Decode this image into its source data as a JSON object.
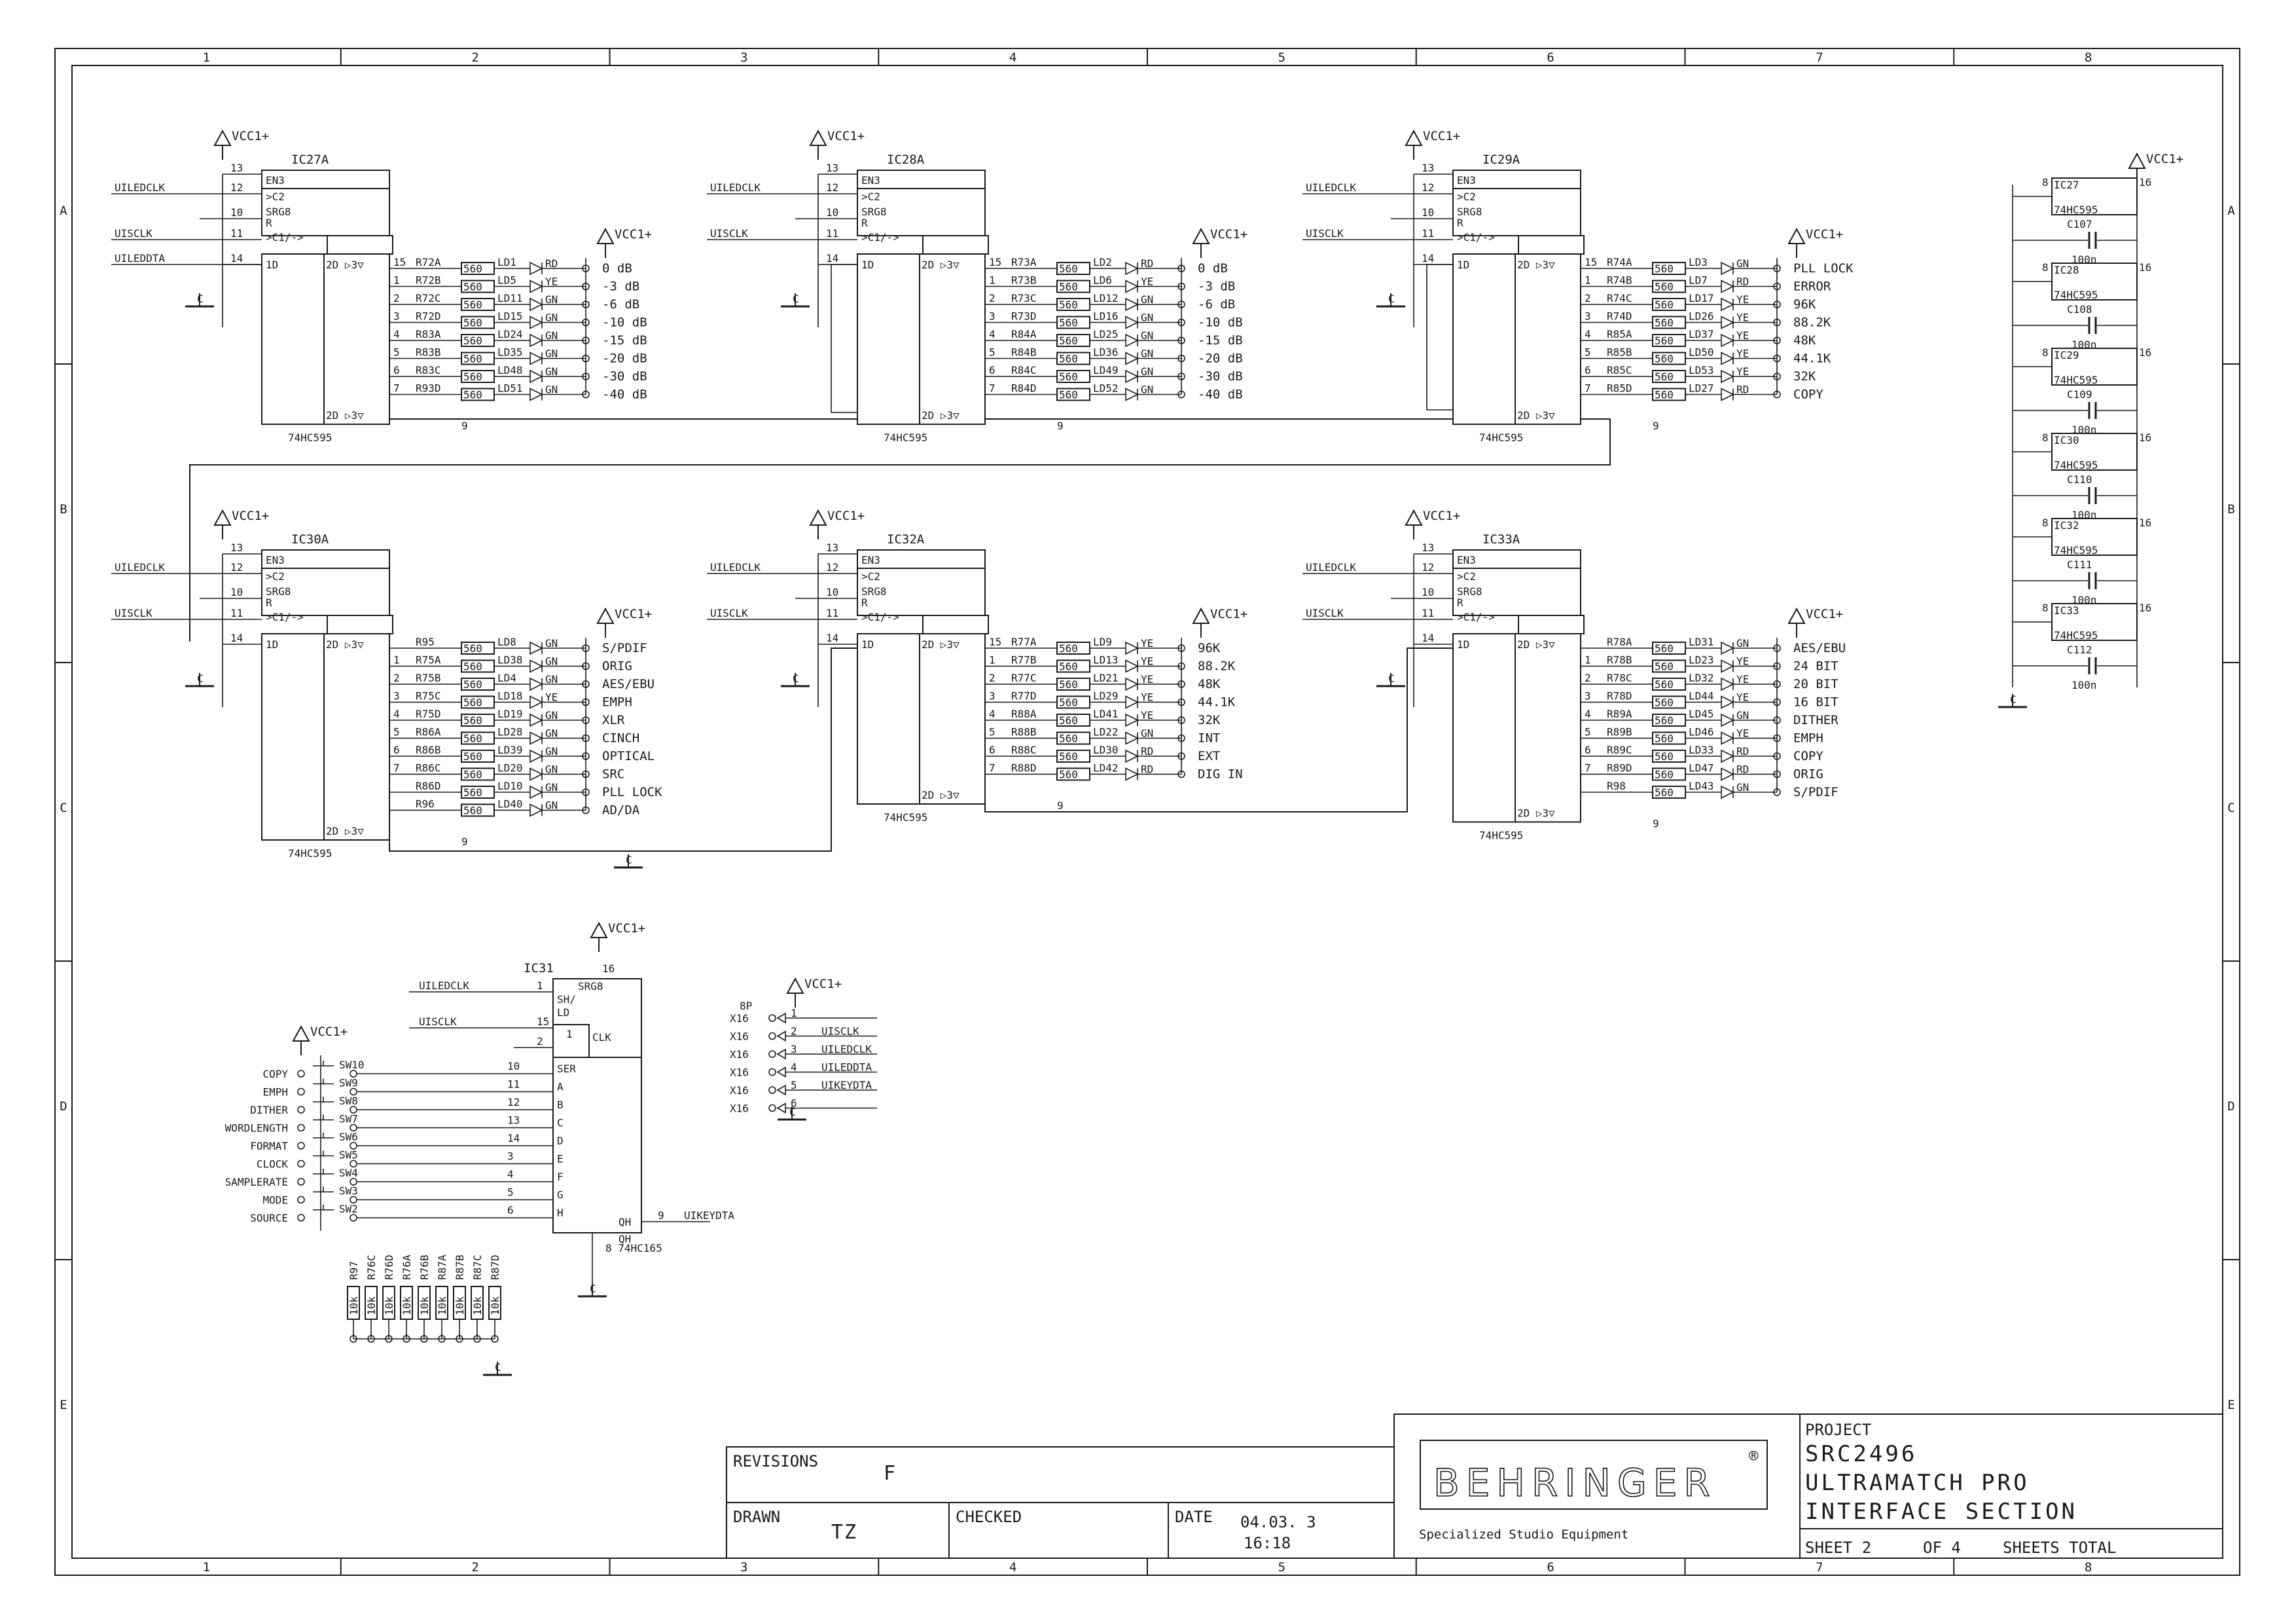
{
  "grid": {
    "columns": [
      "1",
      "2",
      "3",
      "4",
      "5",
      "6",
      "7",
      "8"
    ],
    "rows": [
      "A",
      "B",
      "C",
      "D",
      "E"
    ]
  },
  "labels": {
    "vcc": "VCC1+",
    "gnd": "C",
    "sig_leddata": "UILEDDTA",
    "sig_ledclk": "UILEDCLK",
    "sig_sclk": "UISCLK",
    "sig_keydata": "UIKEYDTA",
    "pin_en3": "EN3",
    "pin_c2": ">C2",
    "pin_srg": "SRG8",
    "pin_r": "R",
    "pin_c1": ">C1/->",
    "pin_1d": "1D",
    "pin_2d": "2D ▷3▽",
    "resistor_value": "560",
    "pull_value": "10k"
  },
  "shift_registers": [
    {
      "ref": "IC27A",
      "part": "74HC595",
      "has_ser": true,
      "rows": [
        {
          "r": "R72A",
          "ld": "LD1",
          "c": "RD",
          "lab": "0 dB"
        },
        {
          "r": "R72B",
          "ld": "LD5",
          "c": "YE",
          "lab": "-3 dB"
        },
        {
          "r": "R72C",
          "ld": "LD11",
          "c": "GN",
          "lab": "-6 dB"
        },
        {
          "r": "R72D",
          "ld": "LD15",
          "c": "GN",
          "lab": "-10 dB"
        },
        {
          "r": "R83A",
          "ld": "LD24",
          "c": "GN",
          "lab": "-15 dB"
        },
        {
          "r": "R83B",
          "ld": "LD35",
          "c": "GN",
          "lab": "-20 dB"
        },
        {
          "r": "R83C",
          "ld": "LD48",
          "c": "GN",
          "lab": "-30 dB"
        },
        {
          "r": "R93D",
          "ld": "LD51",
          "c": "GN",
          "lab": "-40 dB"
        }
      ]
    },
    {
      "ref": "IC28A",
      "part": "74HC595",
      "has_ser": false,
      "rows": [
        {
          "r": "R73A",
          "ld": "LD2",
          "c": "RD",
          "lab": "0 dB"
        },
        {
          "r": "R73B",
          "ld": "LD6",
          "c": "YE",
          "lab": "-3 dB"
        },
        {
          "r": "R73C",
          "ld": "LD12",
          "c": "GN",
          "lab": "-6 dB"
        },
        {
          "r": "R73D",
          "ld": "LD16",
          "c": "GN",
          "lab": "-10 dB"
        },
        {
          "r": "R84A",
          "ld": "LD25",
          "c": "GN",
          "lab": "-15 dB"
        },
        {
          "r": "R84B",
          "ld": "LD36",
          "c": "GN",
          "lab": "-20 dB"
        },
        {
          "r": "R84C",
          "ld": "LD49",
          "c": "GN",
          "lab": "-30 dB"
        },
        {
          "r": "R84D",
          "ld": "LD52",
          "c": "GN",
          "lab": "-40 dB"
        }
      ]
    },
    {
      "ref": "IC29A",
      "part": "74HC595",
      "has_ser": false,
      "rows": [
        {
          "r": "R74A",
          "ld": "LD3",
          "c": "GN",
          "lab": "PLL LOCK"
        },
        {
          "r": "R74B",
          "ld": "LD7",
          "c": "RD",
          "lab": "ERROR"
        },
        {
          "r": "R74C",
          "ld": "LD17",
          "c": "YE",
          "lab": "96K"
        },
        {
          "r": "R74D",
          "ld": "LD26",
          "c": "YE",
          "lab": "88.2K"
        },
        {
          "r": "R85A",
          "ld": "LD37",
          "c": "YE",
          "lab": "48K"
        },
        {
          "r": "R85B",
          "ld": "LD50",
          "c": "YE",
          "lab": "44.1K"
        },
        {
          "r": "R85C",
          "ld": "LD53",
          "c": "YE",
          "lab": "32K"
        },
        {
          "r": "R85D",
          "ld": "LD27",
          "c": "RD",
          "lab": "COPY"
        }
      ]
    },
    {
      "ref": "IC30A",
      "part": "74HC595",
      "has_ser": false,
      "rows": [
        {
          "r": "R95",
          "ld": "LD8",
          "c": "GN",
          "lab": "S/PDIF"
        },
        {
          "r": "R75A",
          "ld": "LD38",
          "c": "GN",
          "lab": "ORIG"
        },
        {
          "r": "R75B",
          "ld": "LD4",
          "c": "GN",
          "lab": "AES/EBU"
        },
        {
          "r": "R75C",
          "ld": "LD18",
          "c": "YE",
          "lab": "EMPH"
        },
        {
          "r": "R75D",
          "ld": "LD19",
          "c": "GN",
          "lab": "XLR"
        },
        {
          "r": "R86A",
          "ld": "LD28",
          "c": "GN",
          "lab": "CINCH"
        },
        {
          "r": "R86B",
          "ld": "LD39",
          "c": "GN",
          "lab": "OPTICAL"
        },
        {
          "r": "R86C",
          "ld": "LD20",
          "c": "GN",
          "lab": "SRC"
        },
        {
          "r": "R86D",
          "ld": "LD10",
          "c": "GN",
          "lab": "PLL LOCK"
        },
        {
          "r": "R96",
          "ld": "LD40",
          "c": "GN",
          "lab": "AD/DA"
        }
      ]
    },
    {
      "ref": "IC32A",
      "part": "74HC595",
      "has_ser": false,
      "rows": [
        {
          "r": "R77A",
          "ld": "LD9",
          "c": "YE",
          "lab": "96K"
        },
        {
          "r": "R77B",
          "ld": "LD13",
          "c": "YE",
          "lab": "88.2K"
        },
        {
          "r": "R77C",
          "ld": "LD21",
          "c": "YE",
          "lab": "48K"
        },
        {
          "r": "R77D",
          "ld": "LD29",
          "c": "YE",
          "lab": "44.1K"
        },
        {
          "r": "R88A",
          "ld": "LD41",
          "c": "YE",
          "lab": "32K"
        },
        {
          "r": "R88B",
          "ld": "LD22",
          "c": "GN",
          "lab": "INT"
        },
        {
          "r": "R88C",
          "ld": "LD30",
          "c": "RD",
          "lab": "EXT"
        },
        {
          "r": "R88D",
          "ld": "LD42",
          "c": "RD",
          "lab": "DIG IN"
        }
      ]
    },
    {
      "ref": "IC33A",
      "part": "74HC595",
      "has_ser": false,
      "rows": [
        {
          "r": "R78A",
          "ld": "LD31",
          "c": "GN",
          "lab": "AES/EBU"
        },
        {
          "r": "R78B",
          "ld": "LD23",
          "c": "YE",
          "lab": "24 BIT"
        },
        {
          "r": "R78C",
          "ld": "LD32",
          "c": "YE",
          "lab": "20 BIT"
        },
        {
          "r": "R78D",
          "ld": "LD44",
          "c": "YE",
          "lab": "16 BIT"
        },
        {
          "r": "R89A",
          "ld": "LD45",
          "c": "GN",
          "lab": "DITHER"
        },
        {
          "r": "R89B",
          "ld": "LD46",
          "c": "YE",
          "lab": "EMPH"
        },
        {
          "r": "R89C",
          "ld": "LD33",
          "c": "RD",
          "lab": "COPY"
        },
        {
          "r": "R89D",
          "ld": "LD47",
          "c": "RD",
          "lab": "ORIG"
        },
        {
          "r": "R98",
          "ld": "LD43",
          "c": "GN",
          "lab": "S/PDIF"
        }
      ]
    }
  ],
  "decoupling": [
    {
      "ref": "IC27",
      "part": "74HC595",
      "cap": "C107",
      "value": "100n"
    },
    {
      "ref": "IC28",
      "part": "74HC595",
      "cap": "C108",
      "value": "100n"
    },
    {
      "ref": "IC29",
      "part": "74HC595",
      "cap": "C109",
      "value": "100n"
    },
    {
      "ref": "IC30",
      "part": "74HC595",
      "cap": "C110",
      "value": "100n"
    },
    {
      "ref": "IC32",
      "part": "74HC595",
      "cap": "C111",
      "value": "100n"
    },
    {
      "ref": "IC33",
      "part": "74HC595",
      "cap": "C112",
      "value": "100n"
    }
  ],
  "keyboard": {
    "ref": "IC31",
    "part": "74HC165",
    "srg": "SRG8",
    "sh": "SH/",
    "ld": "LD",
    "clk": "CLK",
    "pins": [
      "SER",
      "A",
      "B",
      "C",
      "D",
      "E",
      "F",
      "G",
      "H"
    ],
    "qh": "QH",
    "qhn": "QH",
    "switches": [
      {
        "sw": "SW10",
        "label": "COPY"
      },
      {
        "sw": "SW9",
        "label": "EMPH"
      },
      {
        "sw": "SW8",
        "label": "DITHER"
      },
      {
        "sw": "SW7",
        "label": "WORDLENGTH"
      },
      {
        "sw": "SW6",
        "label": "FORMAT"
      },
      {
        "sw": "SW5",
        "label": "CLOCK"
      },
      {
        "sw": "SW4",
        "label": "SAMPLERATE"
      },
      {
        "sw": "SW3",
        "label": "MODE"
      },
      {
        "sw": "SW2",
        "label": "SOURCE"
      }
    ],
    "resistors": [
      "R97",
      "R76C",
      "R76D",
      "R76A",
      "R76B",
      "R87A",
      "R87B",
      "R87C",
      "R87D"
    ]
  },
  "connector": {
    "ref": "X16",
    "type": "8P",
    "pins": [
      {
        "n": "1",
        "sig": ""
      },
      {
        "n": "2",
        "sig": "UISCLK"
      },
      {
        "n": "3",
        "sig": "UILEDCLK"
      },
      {
        "n": "4",
        "sig": "UILEDDTA"
      },
      {
        "n": "5",
        "sig": "UIKEYDTA"
      },
      {
        "n": "6",
        "sig": ""
      }
    ]
  },
  "title_block": {
    "revisions_label": "REVISIONS",
    "revision": "F",
    "drawn_label": "DRAWN",
    "drawn": "TZ",
    "checked_label": "CHECKED",
    "date_label": "DATE",
    "date": "04.03. 3",
    "time": "16:18",
    "company": "BEHRINGER",
    "registered": "®",
    "tagline": "Specialized Studio Equipment",
    "project_label": "PROJECT",
    "project": "SRC2496",
    "product": "ULTRAMATCH PRO",
    "section": "INTERFACE SECTION",
    "sheet_label": "SHEET",
    "sheet": "2",
    "of_label": "OF",
    "total": "4",
    "total_label": "SHEETS TOTAL"
  }
}
